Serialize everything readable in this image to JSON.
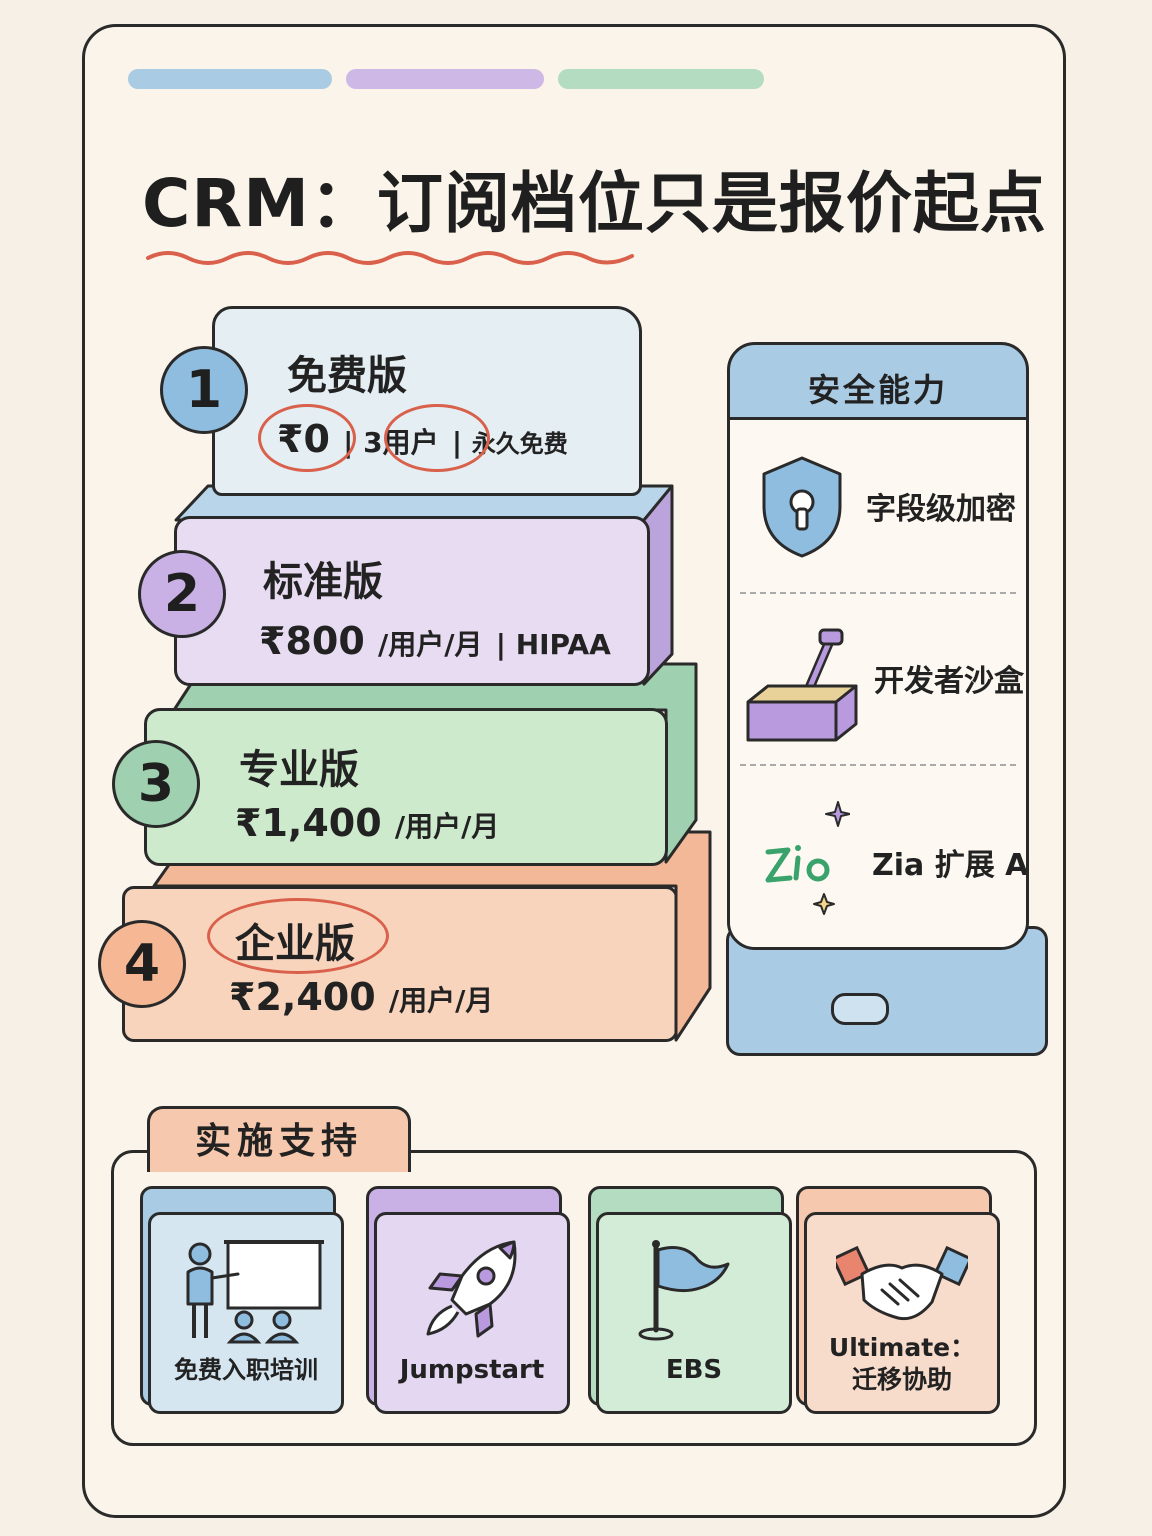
{
  "title": "CRM：订阅档位只是报价起点",
  "colors": {
    "blue": "#a9cbe4",
    "purple": "#cdb8e6",
    "green": "#b3dcc0",
    "peach": "#f6c8ad",
    "accent_red": "#d9604a"
  },
  "tiers": [
    {
      "number": "1",
      "name": "免费版",
      "price": "₹0",
      "detail1": "3用户",
      "detail2": "永久免费"
    },
    {
      "number": "2",
      "name": "标准版",
      "price": "₹800",
      "unit": "/用户/月",
      "detail": "HIPAA"
    },
    {
      "number": "3",
      "name": "专业版",
      "price": "₹1,400",
      "unit": "/用户/月"
    },
    {
      "number": "4",
      "name": "企业版",
      "price": "₹2,400",
      "unit": "/用户/月"
    }
  ],
  "security": {
    "title": "安全能力",
    "items": [
      {
        "label": "字段级加密",
        "icon": "shield-keyhole-icon"
      },
      {
        "label": "开发者沙盒",
        "icon": "sandbox-icon"
      },
      {
        "label": "Zia 扩展 AI",
        "icon": "zia-logo-icon"
      }
    ]
  },
  "support": {
    "title": "实施支持",
    "items": [
      {
        "label": "免费入职培训",
        "icon": "training-icon"
      },
      {
        "label": "Jumpstart",
        "icon": "rocket-icon"
      },
      {
        "label": "EBS",
        "icon": "flag-icon"
      },
      {
        "label": "Ultimate：",
        "label2": "迁移协助",
        "icon": "handshake-icon"
      }
    ]
  }
}
